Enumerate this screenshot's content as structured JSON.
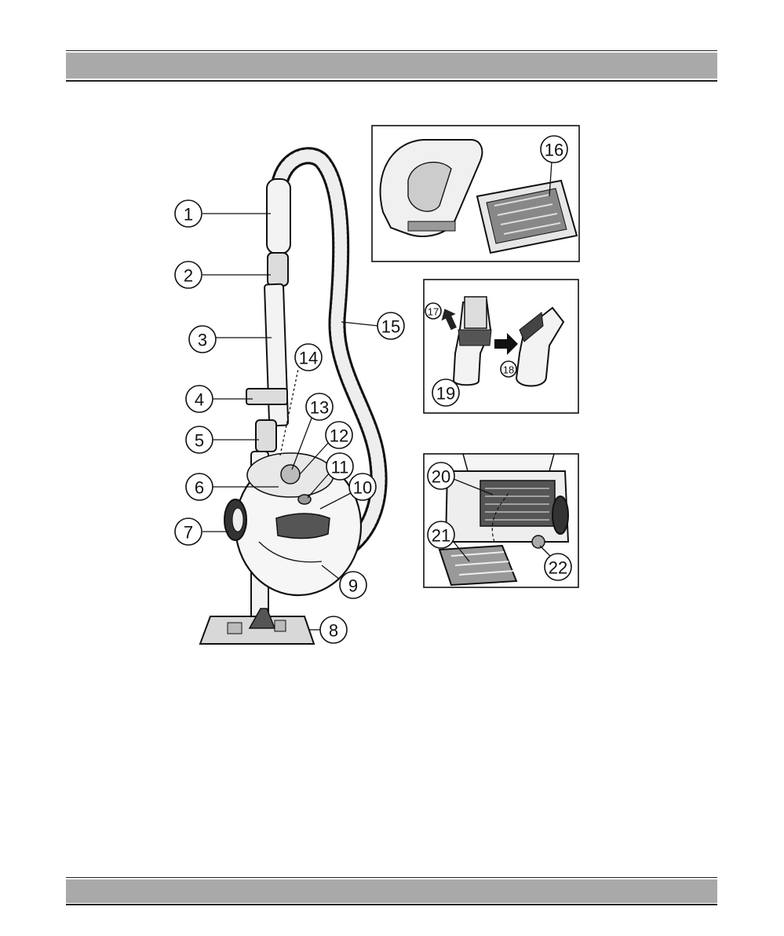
{
  "callouts": [
    {
      "id": "1",
      "label": "1"
    },
    {
      "id": "2",
      "label": "2"
    },
    {
      "id": "3",
      "label": "3"
    },
    {
      "id": "4",
      "label": "4"
    },
    {
      "id": "5",
      "label": "5"
    },
    {
      "id": "6",
      "label": "6"
    },
    {
      "id": "7",
      "label": "7"
    },
    {
      "id": "8",
      "label": "8"
    },
    {
      "id": "9",
      "label": "9"
    },
    {
      "id": "10",
      "label": "10"
    },
    {
      "id": "11",
      "label": "11"
    },
    {
      "id": "12",
      "label": "12"
    },
    {
      "id": "13",
      "label": "13"
    },
    {
      "id": "14",
      "label": "14"
    },
    {
      "id": "15",
      "label": "15"
    },
    {
      "id": "16",
      "label": "16"
    },
    {
      "id": "17",
      "label": "17"
    },
    {
      "id": "18",
      "label": "18"
    },
    {
      "id": "19",
      "label": "19"
    },
    {
      "id": "20",
      "label": "20"
    },
    {
      "id": "21",
      "label": "21"
    },
    {
      "id": "22",
      "label": "22"
    }
  ],
  "colors": {
    "header_band": "#a9a9a9",
    "footer_band": "#a9a9a9",
    "line": "#111111"
  }
}
